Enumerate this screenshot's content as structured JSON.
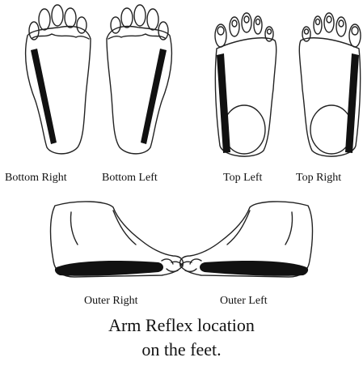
{
  "labels": {
    "bottom_right": "Bottom Right",
    "bottom_left": "Bottom Left",
    "top_left": "Top Left",
    "top_right": "Top Right",
    "outer_right": "Outer Right",
    "outer_left": "Outer Left"
  },
  "caption": {
    "line1": "Arm Reflex location",
    "line2": "on the feet."
  },
  "colors": {
    "outline": "#222222",
    "highlight": "#111111",
    "background": "#ffffff"
  }
}
